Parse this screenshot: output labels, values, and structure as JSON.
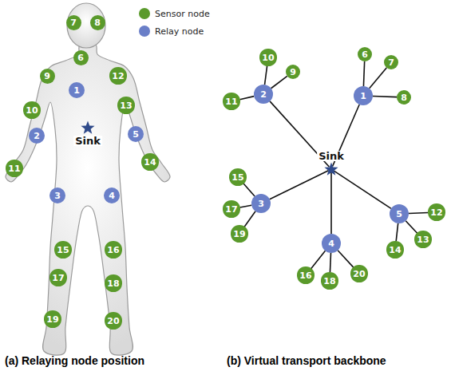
{
  "diagram": {
    "nodes": [
      {
        "text": [
          "1"
        ]
      },
      {
        "text": [
          "2"
        ]
      },
      {
        "text": [
          "3"
        ]
      },
      {
        "text": [
          "4"
        ]
      },
      {
        "text": [
          "5"
        ]
      },
      {
        "text": [
          "6"
        ]
      },
      {
        "text": [
          "7"
        ]
      },
      {
        "text": [
          "8"
        ]
      },
      {
        "text": [
          "9"
        ]
      },
      {
        "text": [
          "10"
        ]
      },
      {
        "text": [
          "11"
        ]
      },
      {
        "text": [
          "12"
        ]
      },
      {
        "text": [
          "13"
        ]
      },
      {
        "text": [
          "14"
        ]
      },
      {
        "text": [
          "15"
        ]
      },
      {
        "text": [
          "16"
        ]
      },
      {
        "text": [
          "17"
        ]
      },
      {
        "text": [
          "18"
        ]
      },
      {
        "text": [
          "19"
        ]
      },
      {
        "text": [
          "20"
        ]
      },
      {
        "text": [
          "Sink"
        ]
      },
      {
        "text": [
          "Sink"
        ]
      },
      {
        "text": [
          "1"
        ]
      },
      {
        "text": [
          "2"
        ]
      },
      {
        "text": [
          "3"
        ]
      },
      {
        "text": [
          "4"
        ]
      },
      {
        "text": [
          "5"
        ]
      },
      {
        "text": [
          "6"
        ]
      },
      {
        "text": [
          "7"
        ]
      },
      {
        "text": [
          "8"
        ]
      },
      {
        "text": [
          "9"
        ]
      },
      {
        "text": [
          "10"
        ]
      },
      {
        "text": [
          "11"
        ]
      },
      {
        "text": [
          "12"
        ]
      },
      {
        "text": [
          "13"
        ]
      },
      {
        "text": [
          "14"
        ]
      },
      {
        "text": [
          "15"
        ]
      },
      {
        "text": [
          "16"
        ]
      },
      {
        "text": [
          "17"
        ]
      },
      {
        "text": [
          "18"
        ]
      },
      {
        "text": [
          "19"
        ]
      },
      {
        "text": [
          "20"
        ]
      }
    ],
    "edges": [
      {
        "from": 21,
        "to": 22,
        "arrow": "none"
      },
      {
        "from": 21,
        "to": 23,
        "arrow": "none"
      },
      {
        "from": 21,
        "to": 24,
        "arrow": "none"
      },
      {
        "from": 21,
        "to": 25,
        "arrow": "none"
      },
      {
        "from": 21,
        "to": 26,
        "arrow": "none"
      },
      {
        "from": 22,
        "to": 27,
        "arrow": "none"
      },
      {
        "from": 22,
        "to": 28,
        "arrow": "none"
      },
      {
        "from": 22,
        "to": 29,
        "arrow": "none"
      },
      {
        "from": 23,
        "to": 30,
        "arrow": "none"
      },
      {
        "from": 23,
        "to": 31,
        "arrow": "none"
      },
      {
        "from": 23,
        "to": 32,
        "arrow": "none"
      },
      {
        "from": 24,
        "to": 36,
        "arrow": "none"
      },
      {
        "from": 24,
        "to": 38,
        "arrow": "none"
      },
      {
        "from": 24,
        "to": 40,
        "arrow": "none"
      },
      {
        "from": 25,
        "to": 37,
        "arrow": "none"
      },
      {
        "from": 25,
        "to": 39,
        "arrow": "none"
      },
      {
        "from": 25,
        "to": 41,
        "arrow": "none"
      },
      {
        "from": 26,
        "to": 33,
        "arrow": "none"
      },
      {
        "from": 26,
        "to": 34,
        "arrow": "none"
      },
      {
        "from": 26,
        "to": 35,
        "arrow": "none"
      }
    ],
    "labels": [
      "(a) Relaying node position",
      "(b) Virtual transport backbone"
    ],
    "legend": [
      {
        "text": "Sensor node",
        "color": "#5a9a2b"
      },
      {
        "text": "Relay node",
        "color": "#6a7fc8"
      }
    ]
  }
}
